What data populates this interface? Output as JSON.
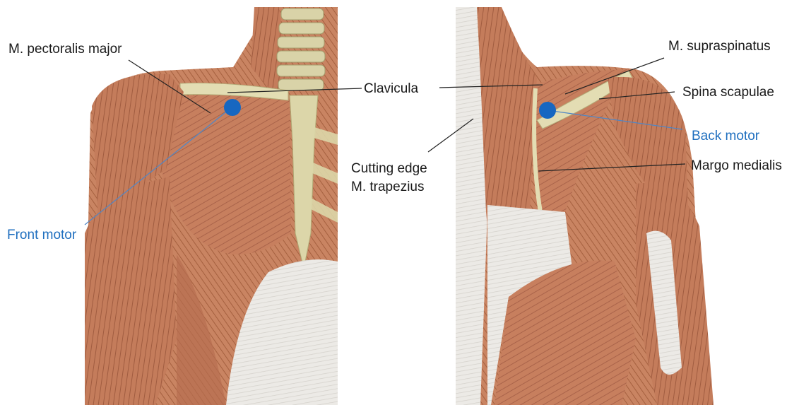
{
  "front_view": {
    "labels": {
      "pectoralis": "M. pectoralis major",
      "clavicula": "Clavicula",
      "front_motor": "Front motor"
    }
  },
  "back_view": {
    "labels": {
      "supraspinatus": "M. supraspinatus",
      "spina_scapulae": "Spina scapulae",
      "back_motor": "Back motor",
      "margo_medialis": "Margo medialis",
      "cutting_edge_line1": "Cutting edge",
      "cutting_edge_line2": "M. trapezius"
    }
  },
  "colors": {
    "muscle": "#c77f5e",
    "muscle_dark": "#9c5a3f",
    "tendon": "#e8e6e2",
    "bone": "#d9d3a8",
    "motor": "#1767c1",
    "motor_label": "#1f6fbf",
    "leader_line": "#222222",
    "motor_line": "#4f86c6"
  }
}
